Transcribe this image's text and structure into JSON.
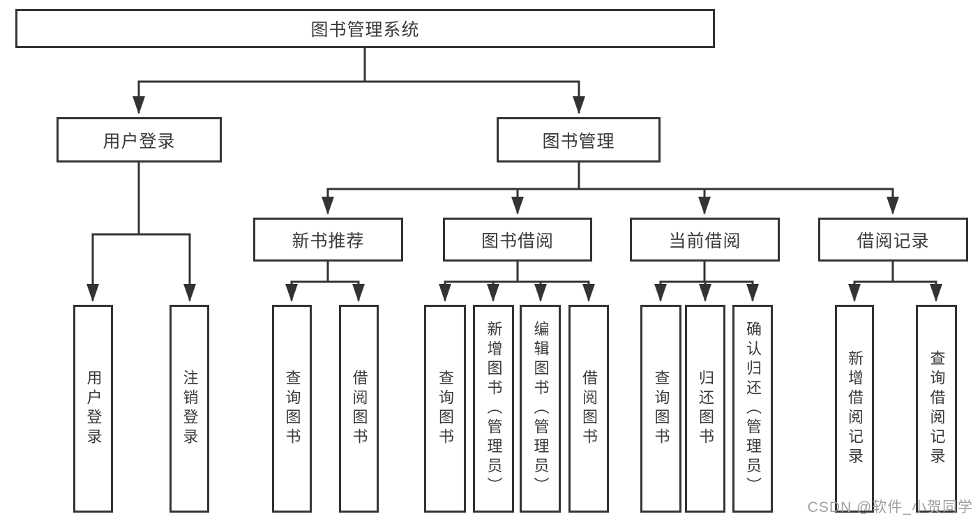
{
  "diagram": {
    "type": "hierarchy-tree",
    "tree": {
      "label": "图书管理系统",
      "children": [
        {
          "label": "用户登录",
          "children": [
            {
              "label": "用户登录"
            },
            {
              "label": "注销登录"
            }
          ]
        },
        {
          "label": "图书管理",
          "children": [
            {
              "label": "新书推荐",
              "children": [
                {
                  "label": "查询图书"
                },
                {
                  "label": "借阅图书"
                }
              ]
            },
            {
              "label": "图书借阅",
              "children": [
                {
                  "label": "查询图书"
                },
                {
                  "label": "新增图书（管理员）"
                },
                {
                  "label": "编辑图书（管理员）"
                },
                {
                  "label": "借阅图书"
                }
              ]
            },
            {
              "label": "当前借阅",
              "children": [
                {
                  "label": "查询图书"
                },
                {
                  "label": "归还图书"
                },
                {
                  "label": "确认归还（管理员）"
                }
              ]
            },
            {
              "label": "借阅记录",
              "children": [
                {
                  "label": "新增借阅记录"
                },
                {
                  "label": "查询借阅记录"
                }
              ]
            }
          ]
        }
      ]
    }
  },
  "watermark": {
    "text": "CSDN @软件_小贺同学"
  },
  "colors": {
    "line": "#333333",
    "text": "#3a3a3a",
    "watermark": "#a0a0a0",
    "bg": "#ffffff"
  }
}
